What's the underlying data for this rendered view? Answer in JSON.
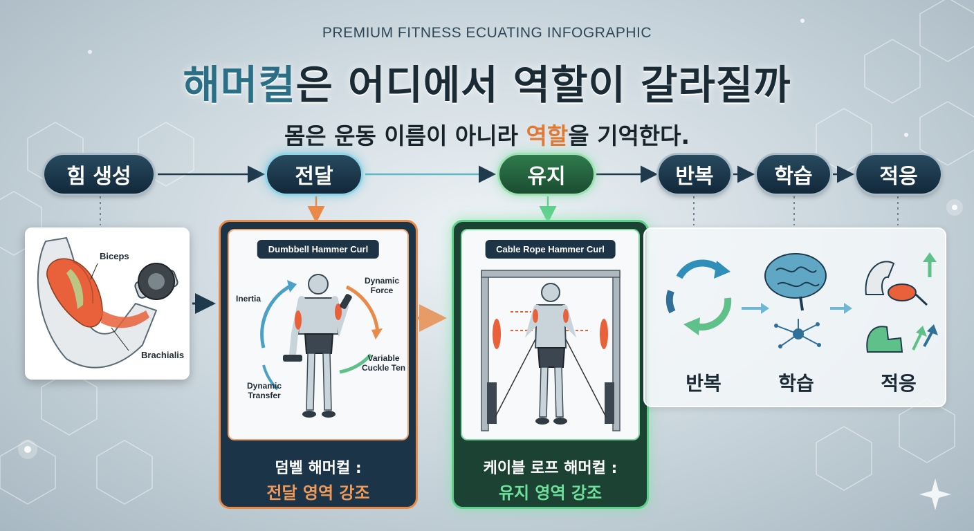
{
  "eyebrow": "PREMIUM FITNESS ECUATING INFOGRAPHIC",
  "title": {
    "accent": "해머컬",
    "rest": "은 어디에서 역할이 갈라질까"
  },
  "subtitle": {
    "pre": "몸은 운동 이름이 아니라 ",
    "highlight": "역할",
    "post": "을 기억한다."
  },
  "flow": {
    "steps": [
      "힘 생성",
      "전달",
      "유지",
      "반복",
      "학습",
      "적응"
    ]
  },
  "anatomy": {
    "biceps": "Biceps",
    "brachialis": "Brachialis"
  },
  "dumbbell_card": {
    "tag": "Dumbbell Hammer Curl",
    "inertia": "Inertia",
    "dynamic_force": "Dynamic\nForce",
    "variable": "Variable\nCuckle Ten",
    "dynamic_transfer": "Dynamic\nTransfer",
    "caption_line1": "덤벨 해머컬 :",
    "caption_line2": "전달 영역 강조"
  },
  "cable_card": {
    "tag": "Cable Rope Hammer Curl",
    "caption_line1": "케이블 로프 해머컬 :",
    "caption_line2": "유지 영역 강조"
  },
  "stages": {
    "repeat": "반복",
    "learn": "학습",
    "adapt": "적응"
  },
  "colors": {
    "orange": "#e98a48",
    "green": "#5fd08c",
    "navy": "#12283a",
    "accent_teal": "#2a6f86"
  }
}
